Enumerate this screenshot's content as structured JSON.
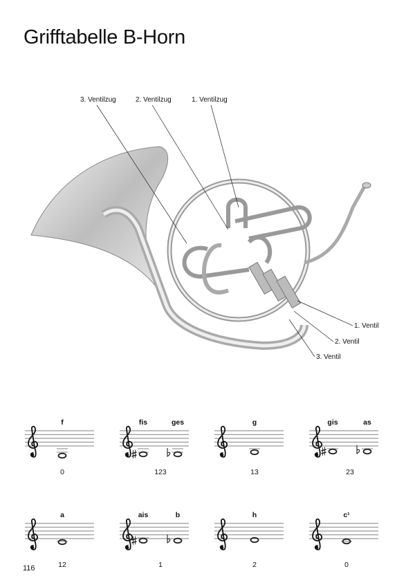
{
  "title": "Grifftabelle B-Horn",
  "labels": {
    "zug3": "3. Ventilzug",
    "zug2": "2. Ventilzug",
    "zug1": "1. Ventilzug",
    "ventil1": "1. Ventil",
    "ventil2": "2. Ventil",
    "ventil3": "3. Ventil"
  },
  "fingerings": [
    {
      "names": [
        "f"
      ],
      "fingering": "0"
    },
    {
      "names": [
        "fis",
        "ges"
      ],
      "fingering": "123"
    },
    {
      "names": [
        "g"
      ],
      "fingering": "13"
    },
    {
      "names": [
        "gis",
        "as"
      ],
      "fingering": "23"
    },
    {
      "names": [
        "a"
      ],
      "fingering": "12"
    },
    {
      "names": [
        "ais",
        "b"
      ],
      "fingering": "1"
    },
    {
      "names": [
        "h"
      ],
      "fingering": "2"
    },
    {
      "names": [
        "c¹"
      ],
      "fingering": "0"
    }
  ],
  "page_number": "116"
}
